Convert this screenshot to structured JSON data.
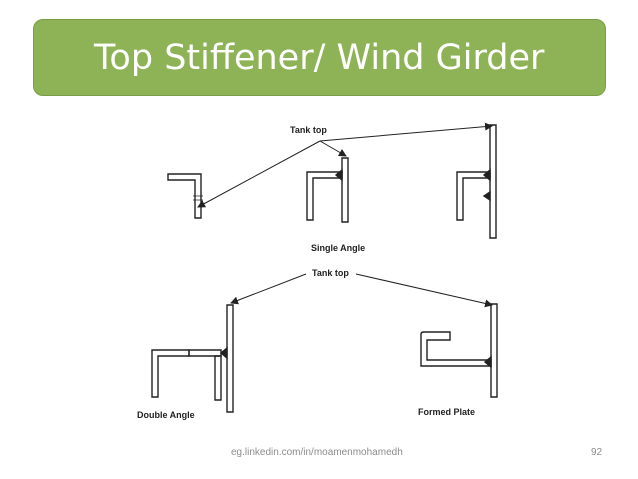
{
  "slide": {
    "title": "Top Stiffener/ Wind Girder",
    "footer_url": "eg.linkedin.com/in/moamenmohamedh",
    "page_number": "92"
  },
  "diagram": {
    "labels": {
      "tank_top_1": "Tank top",
      "single_angle": "Single Angle",
      "tank_top_2": "Tank top",
      "double_angle": "Double Angle",
      "formed_plate": "Formed Plate"
    }
  }
}
